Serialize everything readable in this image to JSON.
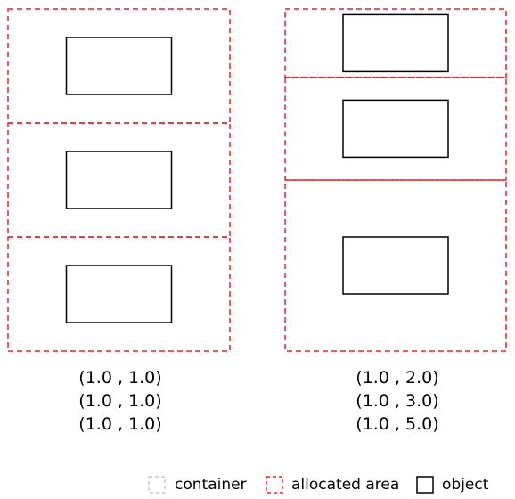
{
  "panels": [
    {
      "id": "left",
      "weights": [
        1,
        1,
        1
      ],
      "labels": [
        "(1.0 , 1.0)",
        "(1.0 , 1.0)",
        "(1.0 , 1.0)"
      ]
    },
    {
      "id": "right",
      "weights": [
        2,
        3,
        5
      ],
      "labels": [
        "(1.0 , 2.0)",
        "(1.0 , 3.0)",
        "(1.0 , 5.0)"
      ]
    }
  ],
  "legend": {
    "container_label": "container",
    "allocated_label": "allocated area",
    "object_label": "object"
  },
  "colors": {
    "container": "#bbbbbb",
    "allocated": "#e8202a",
    "object": "#000000"
  }
}
